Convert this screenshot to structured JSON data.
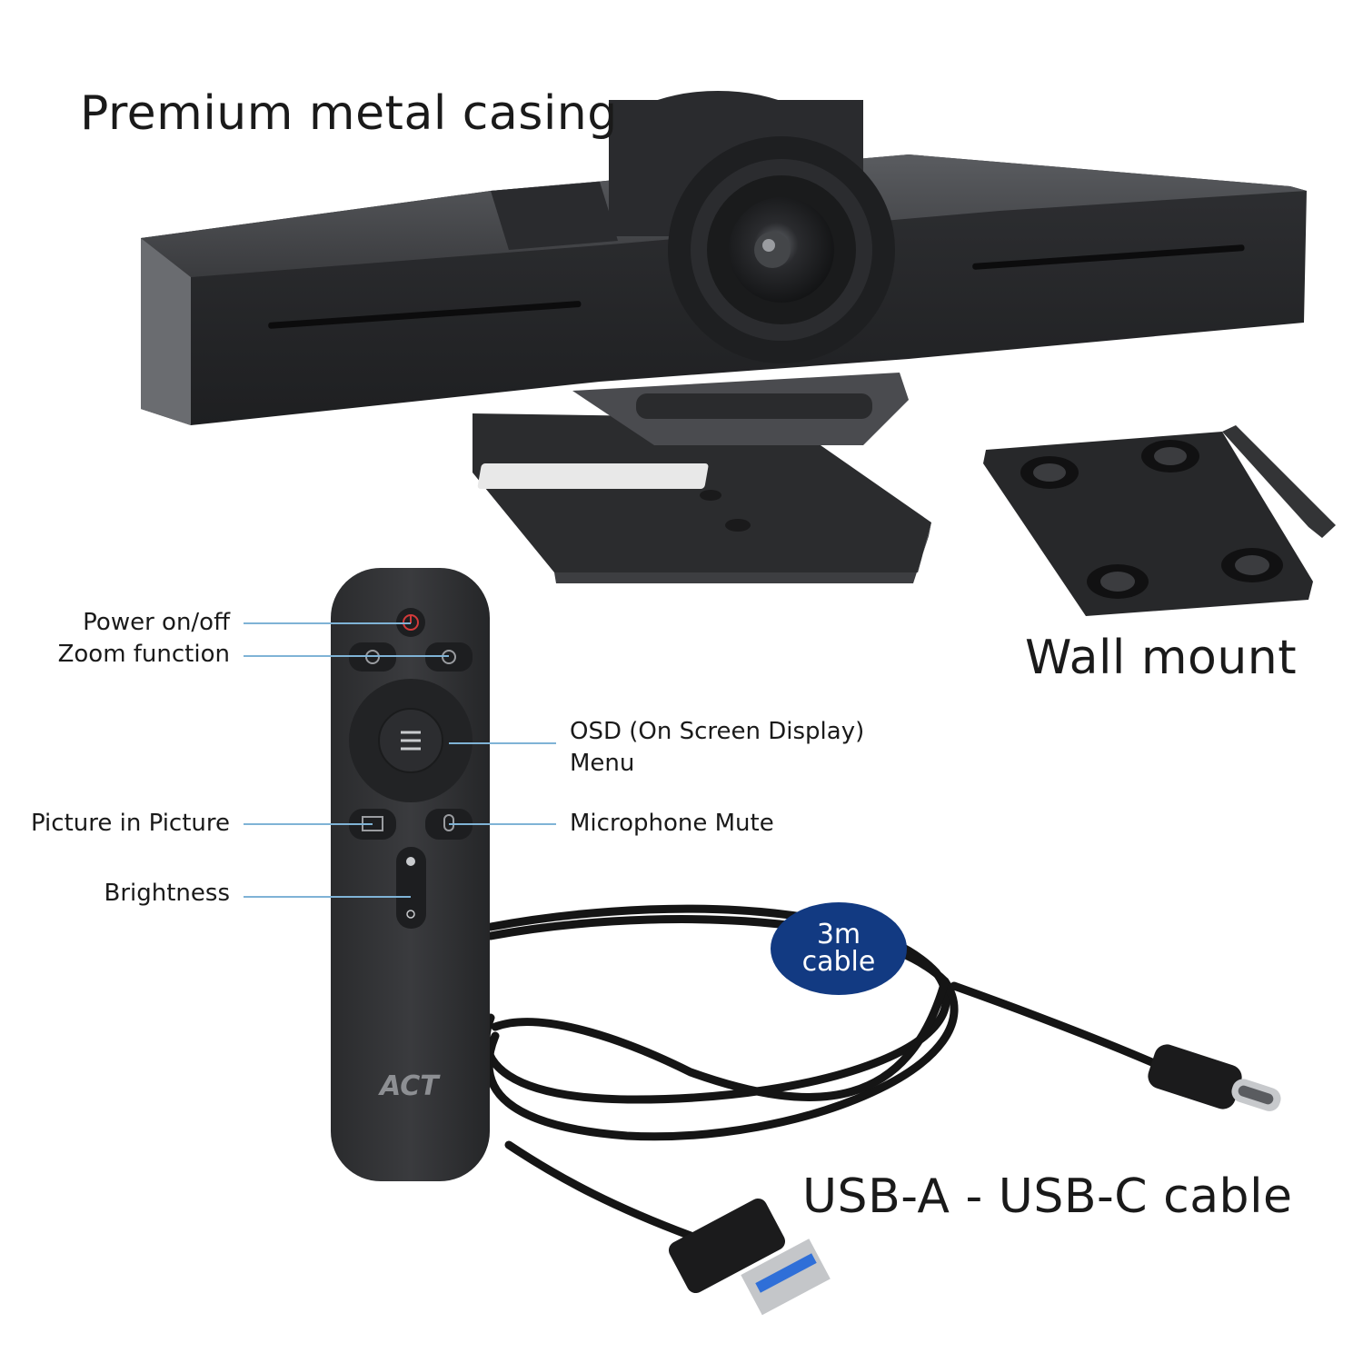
{
  "headings": {
    "casing": "Premium metal casing",
    "wall_mount": "Wall mount",
    "cable": "USB-A - USB-C cable"
  },
  "callouts": {
    "power": "Power on/off",
    "zoom": "Zoom function",
    "osd_line1": "OSD (On Screen Display)",
    "osd_line2": "Menu",
    "pip": "Picture in Picture",
    "mic_mute": "Microphone Mute",
    "brightness": "Brightness"
  },
  "badge": {
    "line1": "3m",
    "line2": "cable"
  },
  "remote_logo": "ACT",
  "colors": {
    "callout_line": "#7fb3d6",
    "badge": "#123a82",
    "usb_blue": "#2f6fd8",
    "power_red": "#d23a3a"
  }
}
